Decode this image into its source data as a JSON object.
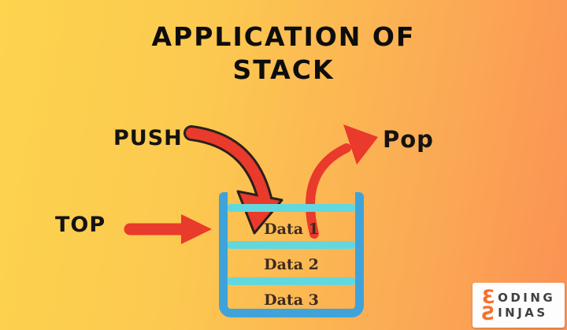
{
  "title": {
    "line1": "APPLICATION OF",
    "line2": "STACK"
  },
  "labels": {
    "push": "PUSH",
    "pop": "Pop",
    "top": "TOP"
  },
  "stack": {
    "items": [
      {
        "label": "Data 1"
      },
      {
        "label": "Data 2"
      },
      {
        "label": "Data 3"
      }
    ]
  },
  "logo": {
    "monogram_top": "Ɛ",
    "monogram_bottom": "Ƨ",
    "line1": "ODING",
    "line2": "INJAS"
  },
  "colors": {
    "background_left": "#fcd44e",
    "background_right": "#fb9153",
    "arrow_red": "#e93a2c",
    "arrow_outline": "#2a201c",
    "container_blue": "#3fa3da",
    "shelf_cyan": "#62d8de",
    "text_black": "#0e0d0d",
    "data_text": "#3c2b20",
    "logo_orange": "#f8702a",
    "logo_gray": "#414042",
    "logo_bg": "#fdfdfd"
  }
}
